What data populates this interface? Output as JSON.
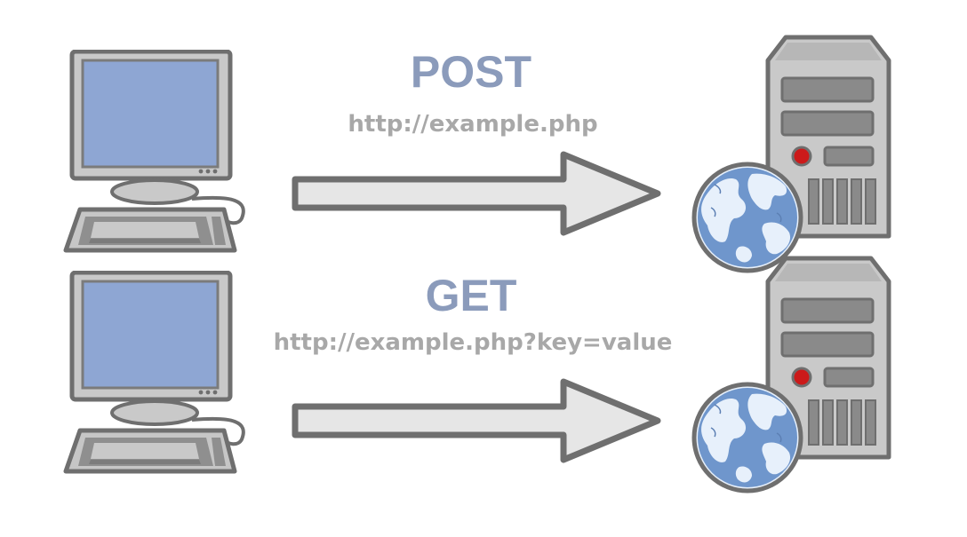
{
  "requests": [
    {
      "method": "POST",
      "url": "http://example.php"
    },
    {
      "method": "GET",
      "url": "http://example.php?key=value"
    }
  ],
  "colors": {
    "method_text": "#8b9bbb",
    "url_text": "#a8a8a8",
    "monitor_screen": "#8ea6d3",
    "device_body": "#c6c6c6",
    "device_outline": "#7a7a7a",
    "arrow_fill": "#e6e6e6",
    "server_light": "#cc1a1a",
    "globe_ocean": "#6f96cc",
    "globe_land": "#e7f0fb"
  },
  "icons": [
    "computer-icon",
    "arrow-right-icon",
    "server-icon",
    "globe-icon"
  ]
}
